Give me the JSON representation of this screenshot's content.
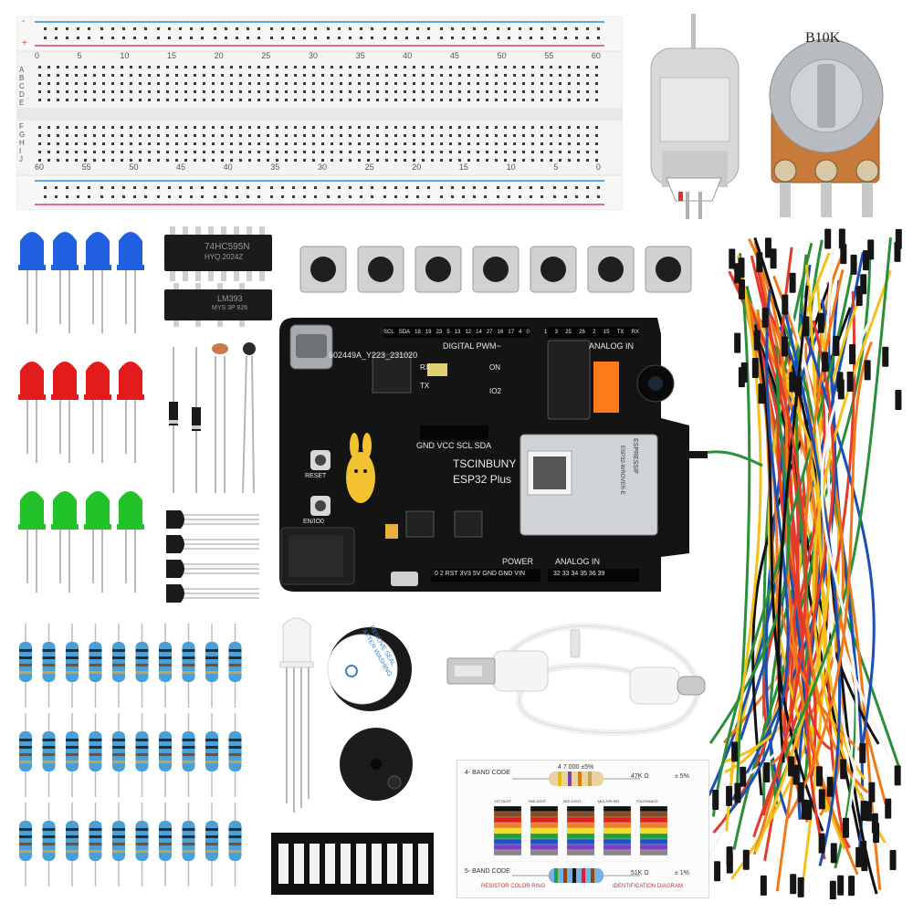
{
  "breadboard": {
    "top_numbers": [
      "0",
      "5",
      "10",
      "15",
      "20",
      "25",
      "30",
      "35",
      "40",
      "45",
      "50",
      "55",
      "60"
    ],
    "bottom_numbers": [
      "60",
      "55",
      "50",
      "45",
      "40",
      "35",
      "30",
      "25",
      "20",
      "15",
      "10",
      "5",
      "0"
    ],
    "rows_left_top": [
      "A",
      "B",
      "C",
      "D",
      "E"
    ],
    "rows_left_bottom": [
      "F",
      "G",
      "H",
      "I",
      "J"
    ],
    "plus": "+",
    "minus": "-"
  },
  "potentiometer": {
    "label": "B10K"
  },
  "ics": [
    {
      "label": "74HC595N",
      "sublabel": "HYQ.2024Z"
    },
    {
      "label": "LM393",
      "sublabel": "MYS 3P 826"
    }
  ],
  "board": {
    "serial": "602449A_Y223_231020",
    "digital_header": "DIGITAL PWM~",
    "analog_header_top": "ANALOG IN",
    "top_pins": [
      "SCL",
      "SDA",
      "18",
      "19",
      "23",
      "5",
      "13",
      "12",
      "14",
      "27",
      "16",
      "17",
      "4",
      "0"
    ],
    "right_pins": [
      "1",
      "3",
      "25",
      "26",
      "2",
      "15",
      "TX",
      "RX"
    ],
    "rx": "RX",
    "tx": "TX",
    "on": "ON",
    "io2": "IO2",
    "reset": "RESET",
    "en": "EN/IO0",
    "i2c_pins": "GND VCC SCL SDA",
    "brand": "TSCINBUNY",
    "model": "ESP32 Plus",
    "power_header": "POWER",
    "analog_header_bottom": "ANALOG IN",
    "bottom_pins": "0  2  RST 3V3 5V GND GND VIN",
    "analog_pins": "32 33 34 35 36 39",
    "module_brand": "ESPRESSIF",
    "module_model": "ESP32-WROVER-E"
  },
  "buzzer": {
    "sticker_text": "REMOVE SEAL AFTER WASHING"
  },
  "resistor_card": {
    "band4_title": "4- BAND CODE",
    "band4_example": "4  7  000  ±5%",
    "band4_value": "47K Ω",
    "band4_tolerance": "± 5%",
    "band5_title": "5- BAND CODE",
    "band5_value": "51K Ω",
    "band5_tolerance": "± 1%",
    "footer_left": "RESISTOR COLOR RING",
    "footer_right": "IDENTIFICATION DIAGRAM",
    "columns": [
      "1ST DIGIT",
      "2ND DIGIT",
      "3RD DIGIT",
      "MULTIPLIER",
      "TOLERANCE"
    ]
  },
  "colors": {
    "breadboard": "#f2f2f0",
    "board_black": "#111111",
    "led_blue": "#1f5fe0",
    "led_red": "#e41b1b",
    "led_green": "#22c22a",
    "resistor_body": "#4a9fd6",
    "module_silver": "#c9ccd0"
  }
}
